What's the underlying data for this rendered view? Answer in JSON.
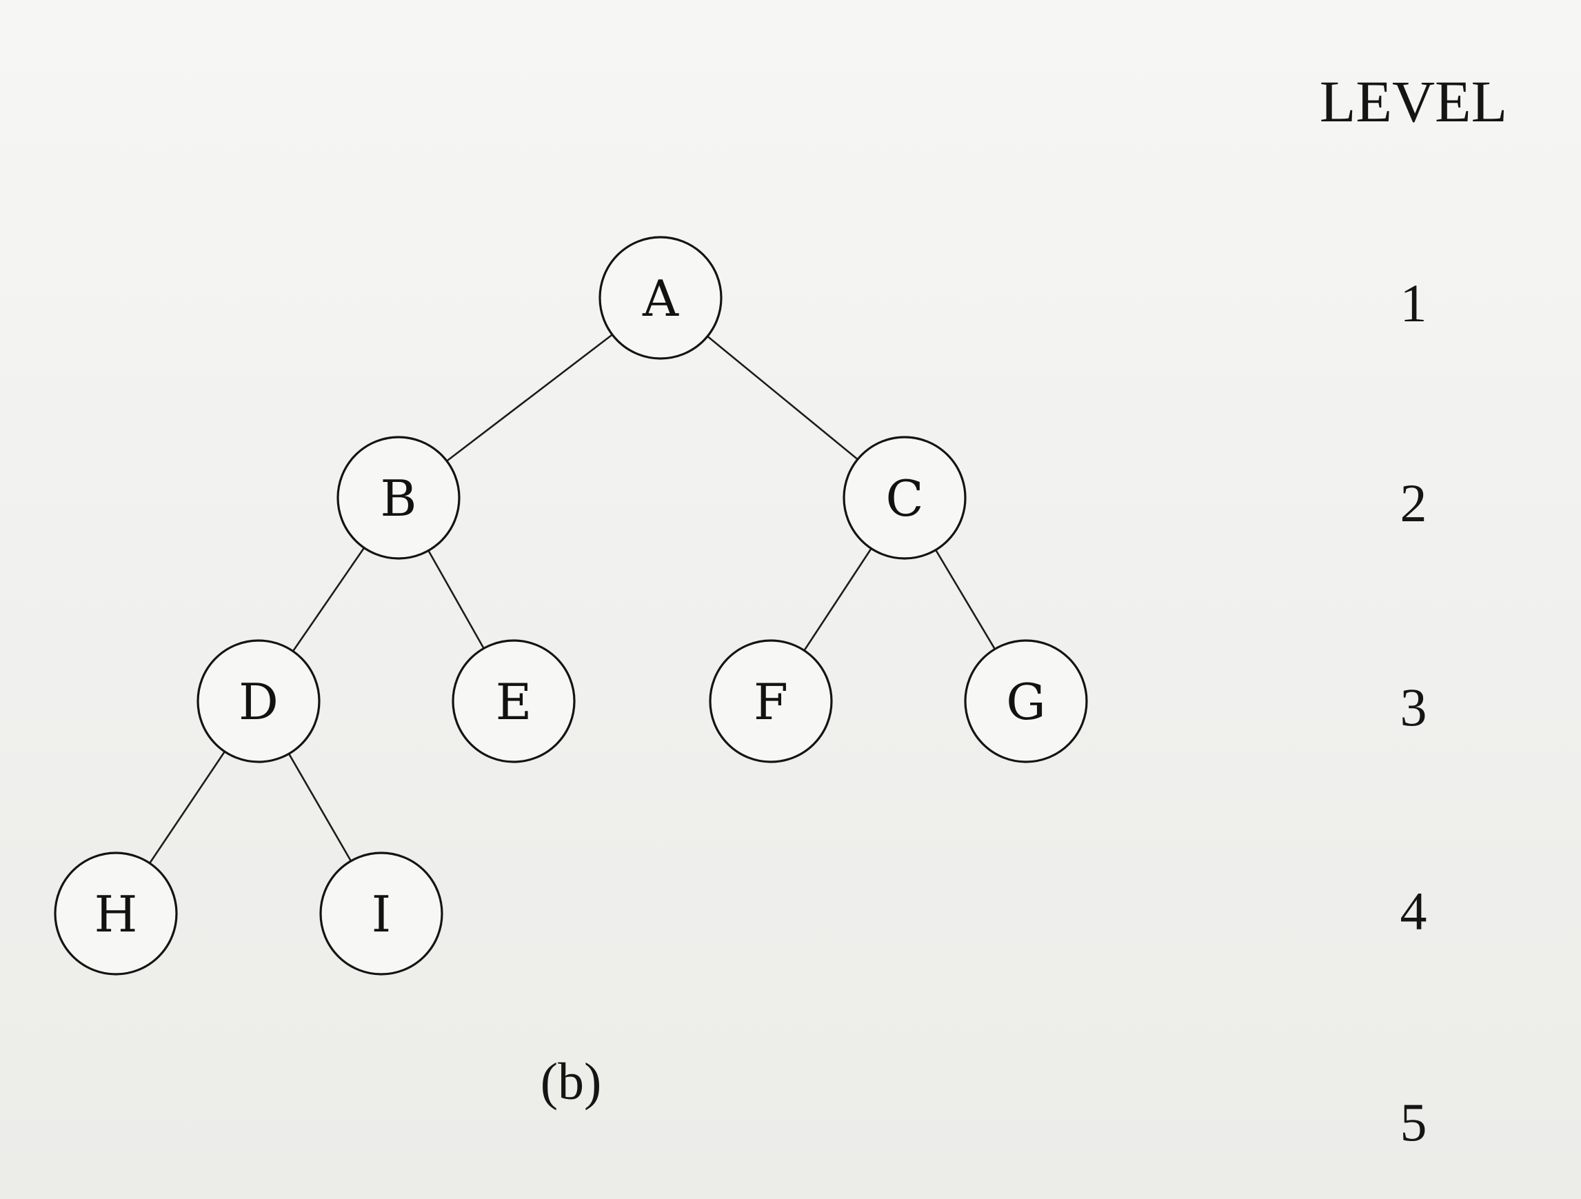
{
  "level_header": "LEVEL",
  "caption": "(b)",
  "nodes": [
    {
      "id": "A",
      "label": "A",
      "level": 1
    },
    {
      "id": "B",
      "label": "B",
      "level": 2
    },
    {
      "id": "C",
      "label": "C",
      "level": 2
    },
    {
      "id": "D",
      "label": "D",
      "level": 3
    },
    {
      "id": "E",
      "label": "E",
      "level": 3
    },
    {
      "id": "F",
      "label": "F",
      "level": 3
    },
    {
      "id": "G",
      "label": "G",
      "level": 3
    },
    {
      "id": "H",
      "label": "H",
      "level": 4
    },
    {
      "id": "I",
      "label": "I",
      "level": 4
    }
  ],
  "edges": [
    {
      "from": "A",
      "to": "B"
    },
    {
      "from": "A",
      "to": "C"
    },
    {
      "from": "B",
      "to": "D"
    },
    {
      "from": "B",
      "to": "E"
    },
    {
      "from": "C",
      "to": "F"
    },
    {
      "from": "C",
      "to": "G"
    },
    {
      "from": "D",
      "to": "H"
    },
    {
      "from": "D",
      "to": "I"
    }
  ],
  "levels": [
    "1",
    "2",
    "3",
    "4",
    "5"
  ]
}
